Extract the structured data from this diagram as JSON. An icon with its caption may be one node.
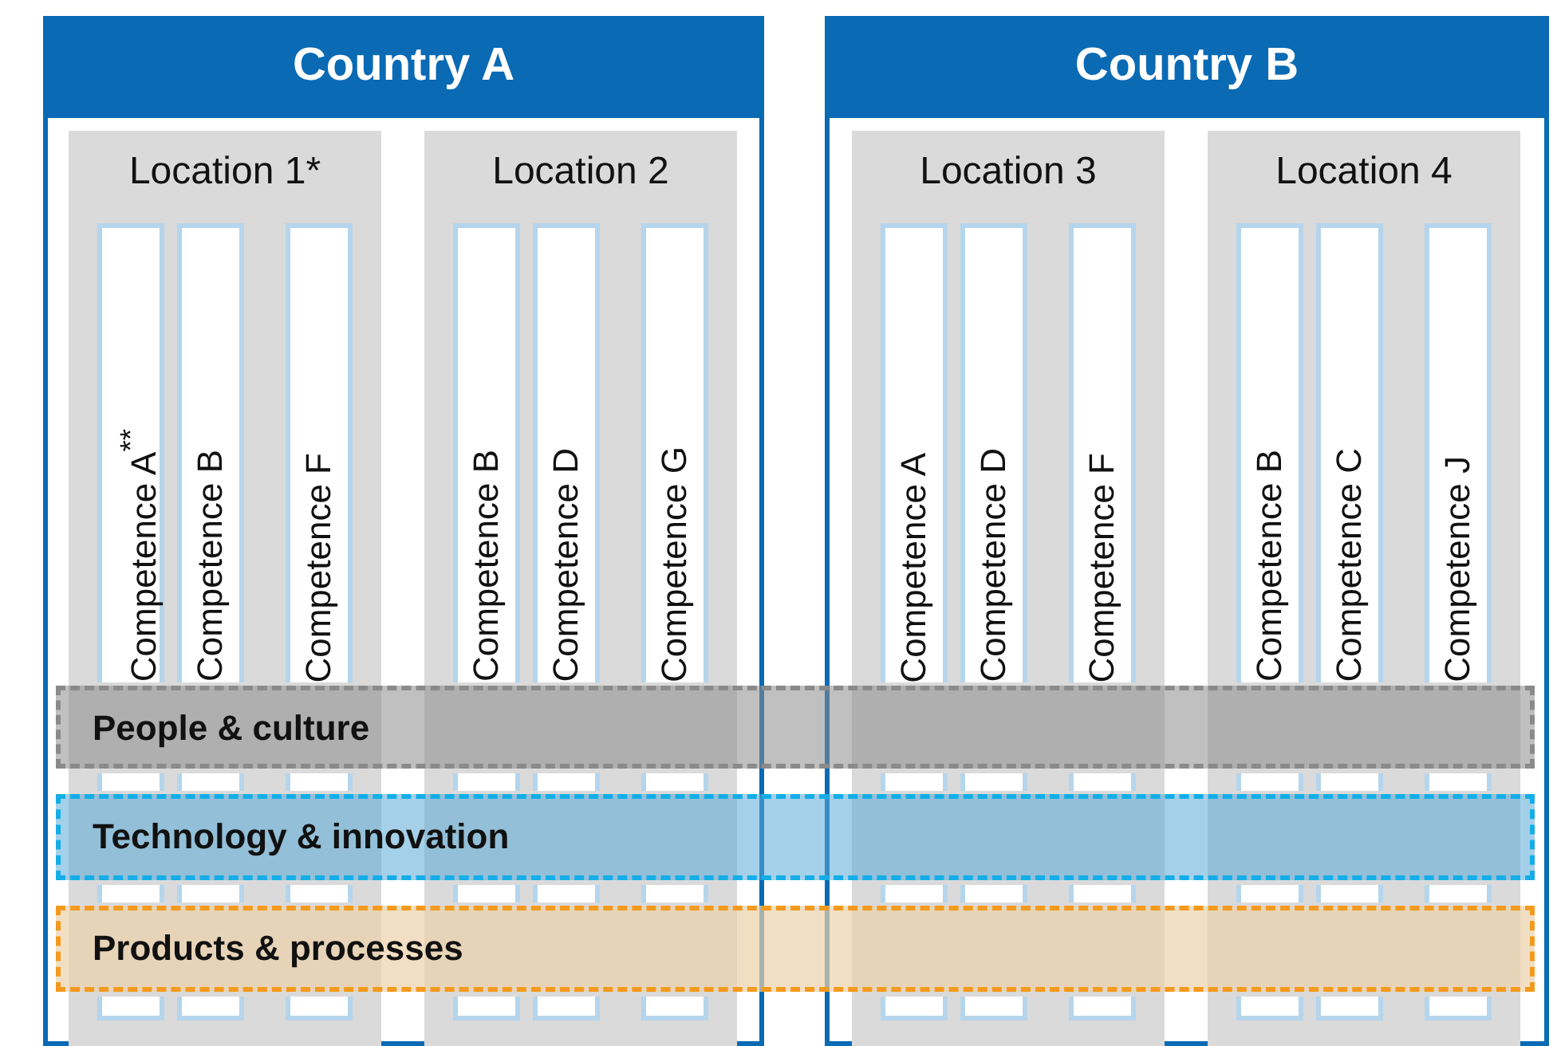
{
  "diagram": {
    "nodes": [
      {
        "text": [
          "Country A"
        ]
      },
      {
        "text": [
          "Location 1*"
        ],
        "in": 0
      },
      {
        "text": [
          "Competence A$^{**}$"
        ],
        "in": 1
      },
      {
        "text": [
          "Competence B"
        ],
        "in": 1
      },
      {
        "text": [
          "Competence F"
        ],
        "in": 1
      },
      {
        "text": [
          "Location 2"
        ],
        "in": 0
      },
      {
        "text": [
          "Competence B"
        ],
        "in": 5
      },
      {
        "text": [
          "Competence D"
        ],
        "in": 5
      },
      {
        "text": [
          "Competence G"
        ],
        "in": 5
      },
      {
        "text": [
          "Country B"
        ]
      },
      {
        "text": [
          "Location 3"
        ],
        "in": 9
      },
      {
        "text": [
          "Competence A"
        ],
        "in": 10
      },
      {
        "text": [
          "Competence D"
        ],
        "in": 10
      },
      {
        "text": [
          "Competence F"
        ],
        "in": 10
      },
      {
        "text": [
          "Location 4"
        ],
        "in": 9
      },
      {
        "text": [
          "Competence B"
        ],
        "in": 14
      },
      {
        "text": [
          "Competence C"
        ],
        "in": 14
      },
      {
        "text": [
          "Competence J"
        ],
        "in": 14
      },
      {
        "text": [
          "People & culture"
        ]
      },
      {
        "text": [
          "Technology & innovation"
        ]
      },
      {
        "text": [
          "Products & processes"
        ]
      }
    ],
    "edges": []
  }
}
